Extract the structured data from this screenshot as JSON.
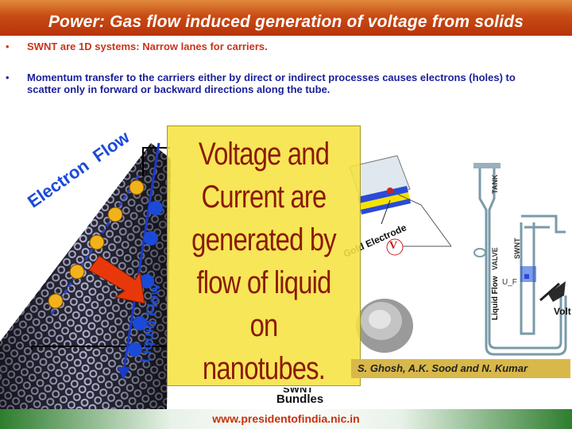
{
  "slide": {
    "title": "Power: Gas flow induced generation of voltage from solids",
    "bullets": [
      {
        "marker": "•",
        "text": "SWNT are 1D systems: Narrow lanes for carriers."
      },
      {
        "marker": "•",
        "text": "Momentum transfer to the carriers either by direct or indirect processes  causes electrons (holes) to scatter only in forward or backward directions along the tube."
      }
    ],
    "overlay_lines": [
      "Voltage and",
      "Current are",
      "generated by",
      "flow of liquid",
      "on",
      "nanotubes."
    ],
    "figure_labels": {
      "electron_flow": "Electron  Flow",
      "liquid_flow_vertical": "Liquid Flow",
      "gold_electrode": "Gold Electrode",
      "voltmeter_symbol": "V",
      "tank": "TANK",
      "valve": "VALVE",
      "swnt": "SWNT",
      "liquid_flow": "Liquid Flow",
      "uf": "U_F",
      "voltmeter_partial": "Volt",
      "swnt_bundles_bottom": "SWNT",
      "bundles": "Bundles"
    },
    "authors": "S. Ghosh, A.K. Sood and N. Kumar",
    "footer_url": "www.presidentofindia.nic.in",
    "colors": {
      "title_bg": "#c84b14",
      "bullet1": "#c8341a",
      "bullet2": "#1a1e9a",
      "overlay": "#f6e240",
      "overlay_text": "#8a1a08",
      "footer_text": "#c8300a"
    }
  }
}
